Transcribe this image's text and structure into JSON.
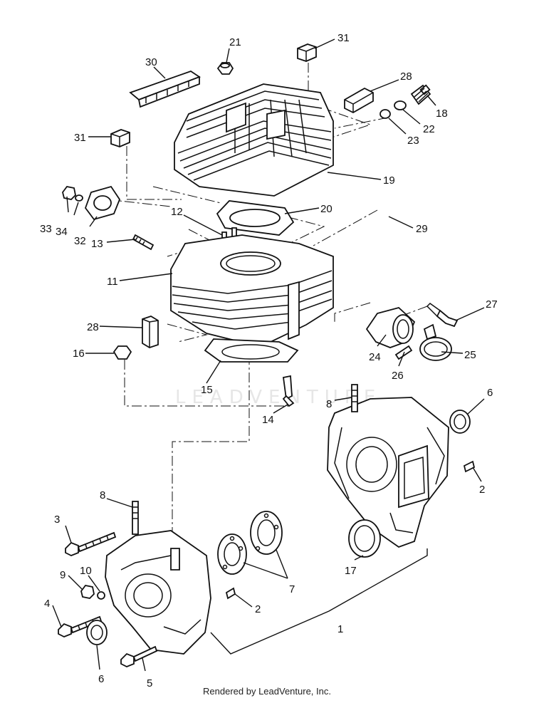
{
  "watermark": "LEADVENTURE",
  "footer": "Rendered by LeadVenture, Inc.",
  "callouts": [
    "1",
    "2",
    "2",
    "3",
    "4",
    "5",
    "6",
    "6",
    "7",
    "8",
    "8",
    "9",
    "10",
    "11",
    "12",
    "13",
    "14",
    "15",
    "16",
    "17",
    "18",
    "19",
    "20",
    "21",
    "22",
    "23",
    "24",
    "25",
    "26",
    "27",
    "28",
    "28",
    "29",
    "30",
    "31",
    "31",
    "32",
    "33",
    "34"
  ]
}
